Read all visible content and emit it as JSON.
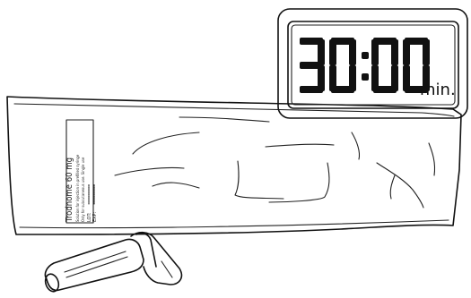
{
  "pouch_label": {
    "product_name": "Trodnome 60 mg",
    "line_1": "Solution for injection in prefilled syringe",
    "line_2": "Only for subcutaneous use. Single use",
    "lot_label": "LOT:",
    "exp_label": "EXP:"
  },
  "timer": {
    "display": "30:00",
    "unit": "min."
  },
  "colors": {
    "ink": "#111111",
    "background": "#ffffff"
  }
}
